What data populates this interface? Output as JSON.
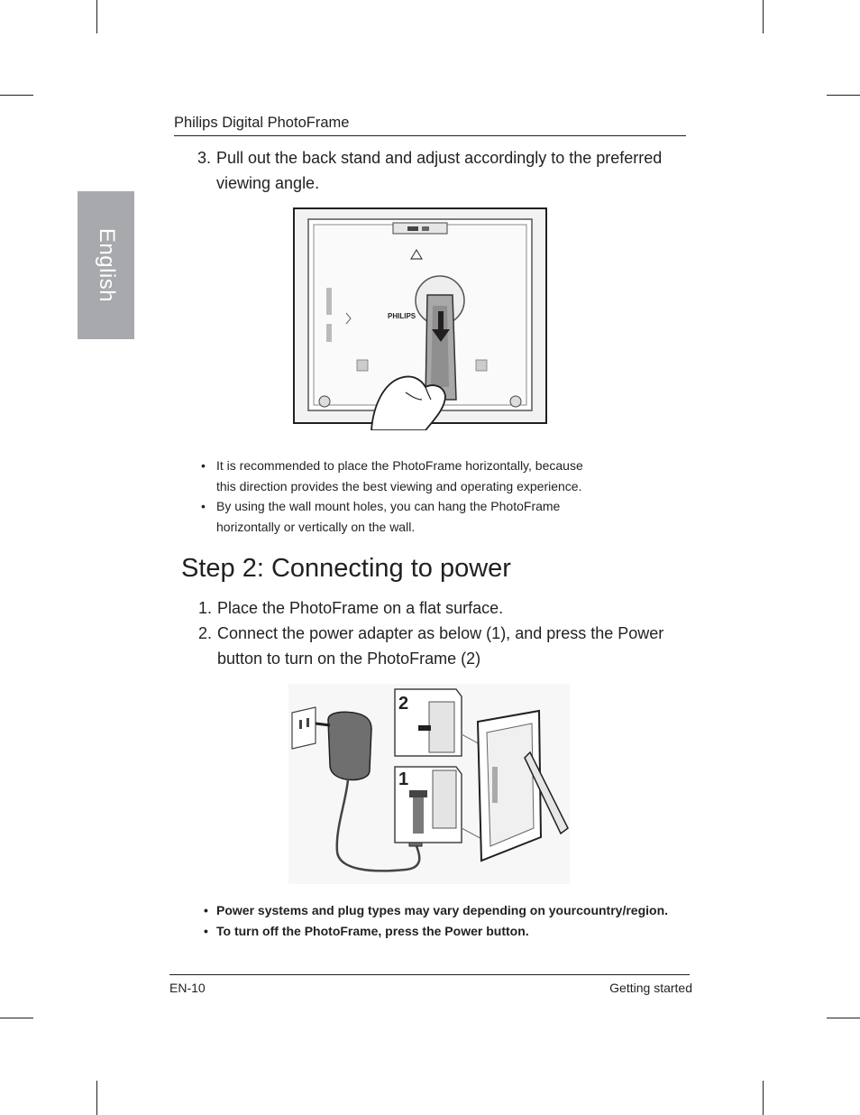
{
  "side_tab": {
    "label": "English"
  },
  "header": {
    "title": "Philips Digital PhotoFrame"
  },
  "step1_item3": {
    "number": "3.",
    "line1": "Pull out the back stand and adjust accordingly to the preferred",
    "line2": "viewing angle."
  },
  "figure1": {
    "brand": "PHILIPS"
  },
  "notes1": [
    {
      "bullet": "•",
      "line1": "It is recommended to place the PhotoFrame horizontally, because",
      "line2": "this direction provides the best viewing and operating experience."
    },
    {
      "bullet": "•",
      "line1": "By using the wall mount holes, you can hang the PhotoFrame",
      "line2": "horizontally or vertically on the wall."
    }
  ],
  "step2": {
    "heading": "Step 2: Connecting to power",
    "items": [
      {
        "number": "1.",
        "line1": "Place the PhotoFrame on a flat surface."
      },
      {
        "number": "2.",
        "line1": "Connect the power adapter as below (1), and press the Power",
        "line2": "button to turn on the PhotoFrame (2)"
      }
    ]
  },
  "figure2": {
    "callout_top": "2",
    "callout_bottom": "1"
  },
  "notes2": [
    {
      "bullet": "•",
      "text": "Power systems and plug types may vary depending on yourcountry/region."
    },
    {
      "bullet": "•",
      "text": "To turn off the PhotoFrame, press the Power button."
    }
  ],
  "footer": {
    "page": "EN-10",
    "section": "Getting started"
  }
}
